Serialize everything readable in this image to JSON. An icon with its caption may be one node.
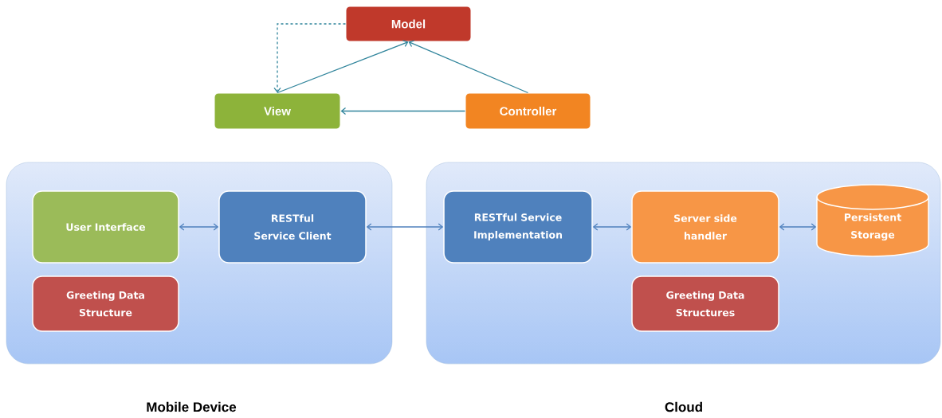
{
  "diagram": {
    "nodes": [
      {
        "text": [
          "Model"
        ]
      },
      {
        "text": [
          "View"
        ]
      },
      {
        "text": [
          "Controller"
        ]
      },
      {
        "text": [
          "Mobile Device"
        ]
      },
      {
        "text": [
          "User Interface"
        ],
        "in": 3
      },
      {
        "text": [
          "RESTful Service Client"
        ],
        "in": 3
      },
      {
        "text": [
          "Greeting Data Structure"
        ],
        "in": 3
      },
      {
        "text": [
          "Cloud"
        ]
      },
      {
        "text": [
          "RESTful Service Implementation"
        ],
        "in": 7
      },
      {
        "text": [
          "Server side handler"
        ],
        "in": 7
      },
      {
        "text": [
          "Persistent Storage"
        ],
        "in": 7
      },
      {
        "text": [
          "Greeting Data Structures"
        ],
        "in": 7
      }
    ],
    "edges": [
      {
        "from": 0,
        "to": 1,
        "arrow": "to",
        "style": "dashed",
        "color": "#31859c"
      },
      {
        "from": 1,
        "to": 0,
        "arrow": "to",
        "color": "#31859c"
      },
      {
        "from": 2,
        "to": 0,
        "arrow": "to",
        "color": "#31859c"
      },
      {
        "from": 2,
        "to": 1,
        "arrow": "to",
        "color": "#31859c"
      },
      {
        "from": 4,
        "to": 5,
        "arrow": "both"
      },
      {
        "from": 5,
        "to": 8,
        "arrow": "both"
      },
      {
        "from": 8,
        "to": 9,
        "arrow": "both"
      },
      {
        "from": 9,
        "to": 10,
        "arrow": "both"
      }
    ]
  }
}
